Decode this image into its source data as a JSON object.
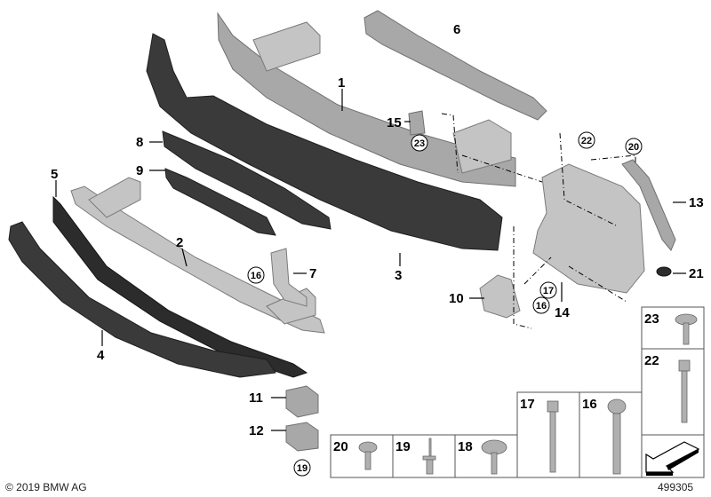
{
  "diagram": {
    "callouts": [
      "1",
      "2",
      "3",
      "4",
      "5",
      "6",
      "7",
      "8",
      "9",
      "10",
      "11",
      "12",
      "13",
      "14",
      "15",
      "21"
    ],
    "circled_refs": {
      "a": "23",
      "b": "22",
      "c": "20",
      "d": "16",
      "e": "17",
      "f": "16",
      "g": "19"
    },
    "hardware_boxes": [
      "23",
      "22",
      "17",
      "16",
      "20",
      "19",
      "18"
    ],
    "copyright": "© 2019 BMW AG",
    "diagram_number": "499305",
    "colors": {
      "plastic_parts": "#3a3a3a",
      "metal_parts": "#a8a8a8",
      "background": "#ffffff"
    }
  }
}
